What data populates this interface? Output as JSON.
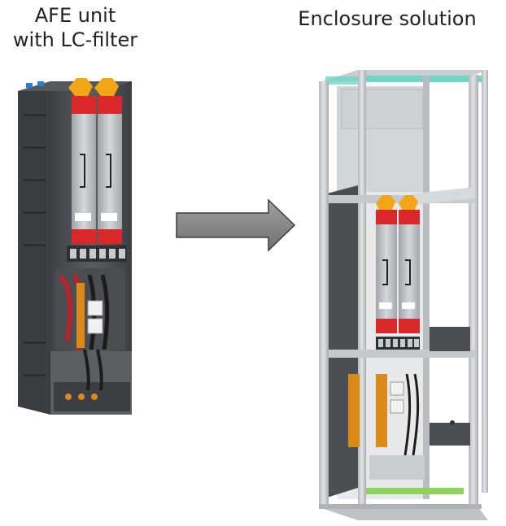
{
  "left_label": {
    "line1": "AFE unit",
    "line2": "with LC-filter"
  },
  "right_label": {
    "line1": "Enclosure solution"
  },
  "colors": {
    "cabinet_dark": "#4a4d52",
    "cabinet_mid": "#6f7378",
    "module_silver": "#b9bdc1",
    "accent_red": "#d8282a",
    "accent_yellow": "#f2a516",
    "busbar_copper": "#b5262a",
    "terminal_orange": "#d98a1a",
    "arrow_gray": "#8a8a8a",
    "frame_gray": "#a6aaaf",
    "frame_light": "#d4d7da",
    "teal_bar": "#6fd6c6",
    "green_bar": "#8ed35b"
  },
  "arrow": {
    "direction": "right"
  }
}
